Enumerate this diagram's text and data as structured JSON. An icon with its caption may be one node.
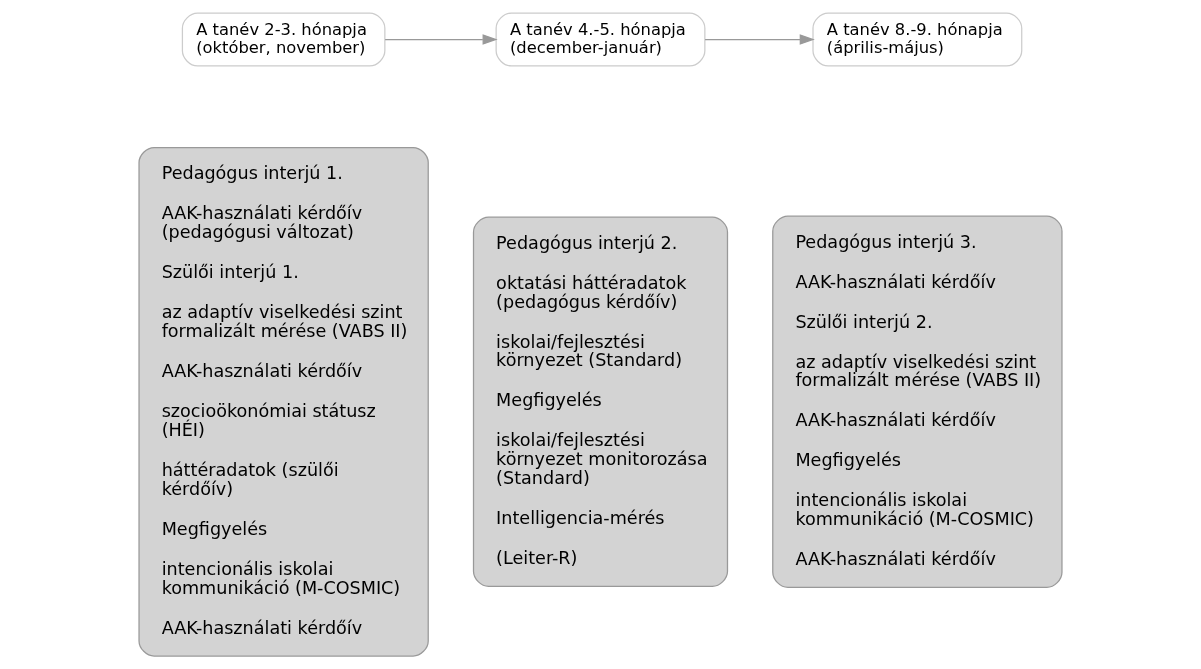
{
  "diagram": {
    "nodes": [
      {
        "text": [
          "A tanév 2-3. hónapja (október, november)"
        ]
      },
      {
        "text": [
          "A tanév 4.-5. hónapja (december-január)"
        ]
      },
      {
        "text": [
          "A tanév 8.-9. hónapja (április-május)"
        ]
      },
      {
        "text": [
          "Pedagógus interjú 1.",
          "AAK-használati kérdőív (pedagógusi változat)",
          "Szülői interjú 1.",
          "az adaptív viselkedési szint formalizált mérése (VABS II)",
          "AAK-használati kérdőív",
          "szocioökonómiai státusz (HÉI)",
          "háttéradatok (szülői kérdőív)",
          "Megfigyelés",
          "intencionális iskolai kommunikáció (M-COSMIC)",
          "AAK-használati kérdőív"
        ]
      },
      {
        "text": [
          "Pedagógus interjú 2.",
          "oktatási háttéradatok (pedagógus kérdőív)",
          "iskolai/fejlesztési környezet (Standard)",
          "Megfigyelés",
          "iskolai/fejlesztési környezet monitorozása (Standard)",
          "Intelligencia-mérés",
          "(Leiter-R)"
        ]
      },
      {
        "text": [
          "Pedagógus interjú 3.",
          "AAK-használati kérdőív",
          "Szülői interjú 2.",
          "az adaptív viselkedési szint formalizált mérése (VABS II)",
          "AAK-használati kérdőív",
          "Megfigyelés",
          "intencionális iskolai kommunikáció (M-COSMIC)",
          "AAK-használati kérdőív"
        ]
      }
    ],
    "edges": [
      {
        "from": 0,
        "to": 1,
        "arrow": "to"
      },
      {
        "from": 1,
        "to": 2,
        "arrow": "to"
      }
    ]
  }
}
